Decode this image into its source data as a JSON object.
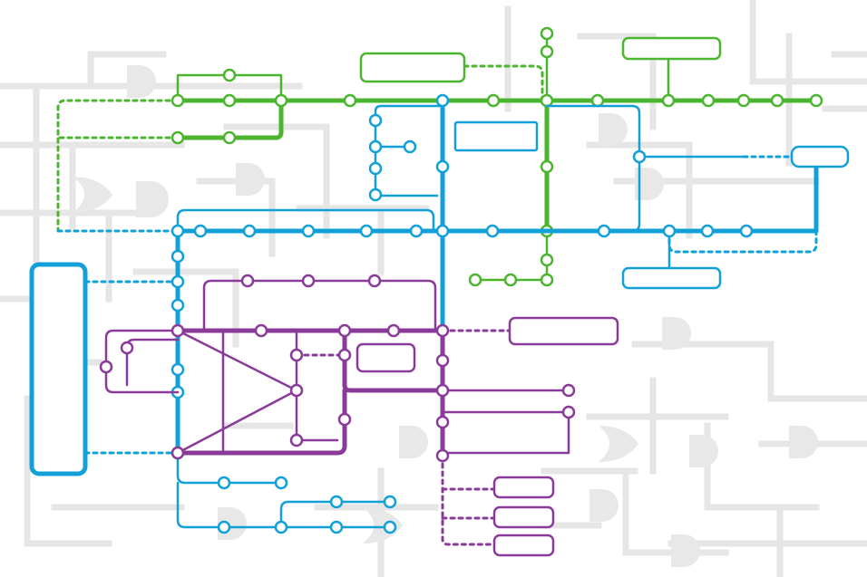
{
  "colors": {
    "green": "#4cb52f",
    "blue": "#12a0d8",
    "purple": "#8a3b99",
    "background_circuit": "#e6e6e6"
  },
  "lines": [
    {
      "name": "green-line",
      "color": "green"
    },
    {
      "name": "blue-line",
      "color": "blue"
    },
    {
      "name": "purple-line",
      "color": "purple"
    }
  ],
  "labels": {}
}
